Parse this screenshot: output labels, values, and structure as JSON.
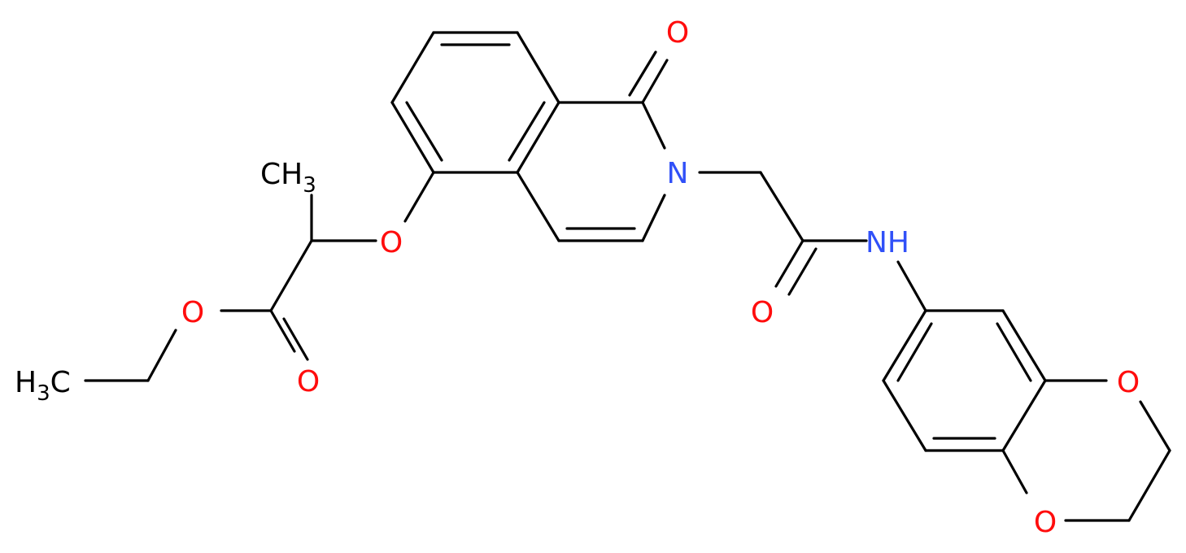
{
  "colors": {
    "bond": "#000000",
    "oxygen": "#ff0d0d",
    "nitrogen": "#3050f8",
    "carbon_label": "#000000"
  },
  "atoms": {
    "ch3_top": {
      "main": "CH",
      "sub": "3"
    },
    "ch3_left": {
      "main": "H",
      "sub": "3",
      "tail": "C"
    },
    "o_carbonyl_top": "O",
    "n_ring": "N",
    "o_ether": "O",
    "o_ester_single": "O",
    "o_ester_double": "O",
    "o_amide": "O",
    "nh_amide": "NH",
    "o_dioxane_top": "O",
    "o_dioxane_bottom": "O"
  }
}
